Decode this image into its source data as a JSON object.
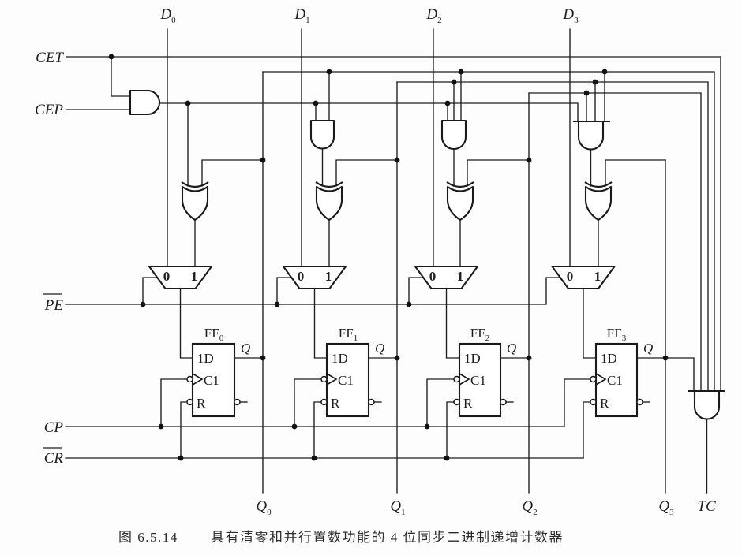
{
  "figure": {
    "caption_number": "图 6.5.14",
    "caption_text": "具有清零和并行置数功能的 4 位同步二进制递增计数器"
  },
  "inputs": {
    "data": [
      {
        "main": "D",
        "sub": "0"
      },
      {
        "main": "D",
        "sub": "1"
      },
      {
        "main": "D",
        "sub": "2"
      },
      {
        "main": "D",
        "sub": "3"
      }
    ],
    "cet": "CET",
    "cep": "CEP",
    "pe": {
      "label": "PE",
      "active_low": true
    },
    "cp": "CP",
    "cr": {
      "label": "CR",
      "active_low": true
    }
  },
  "outputs": [
    {
      "main": "Q",
      "sub": "0"
    },
    {
      "main": "Q",
      "sub": "1"
    },
    {
      "main": "Q",
      "sub": "2"
    },
    {
      "main": "Q",
      "sub": "3"
    },
    {
      "main": "TC"
    }
  ],
  "stages": [
    {
      "ff": {
        "main": "FF",
        "sub": "0"
      },
      "pins": {
        "d": "1D",
        "clk": "C1",
        "reset": "R",
        "q": "Q"
      },
      "mux": {
        "in0": "0",
        "in1": "1"
      }
    },
    {
      "ff": {
        "main": "FF",
        "sub": "1"
      },
      "pins": {
        "d": "1D",
        "clk": "C1",
        "reset": "R",
        "q": "Q"
      },
      "mux": {
        "in0": "0",
        "in1": "1"
      }
    },
    {
      "ff": {
        "main": "FF",
        "sub": "2"
      },
      "pins": {
        "d": "1D",
        "clk": "C1",
        "reset": "R",
        "q": "Q"
      },
      "mux": {
        "in0": "0",
        "in1": "1"
      }
    },
    {
      "ff": {
        "main": "FF",
        "sub": "3"
      },
      "pins": {
        "d": "1D",
        "clk": "C1",
        "reset": "R",
        "q": "Q"
      },
      "mux": {
        "in0": "0",
        "in1": "1"
      }
    }
  ],
  "gates": {
    "enable_gate": "AND",
    "stage_toggle_gates": [
      "XOR",
      "XOR",
      "XOR",
      "XOR"
    ],
    "carry_gates": [
      "AND",
      "AND",
      "AND"
    ],
    "terminal_count_gate": "AND"
  }
}
